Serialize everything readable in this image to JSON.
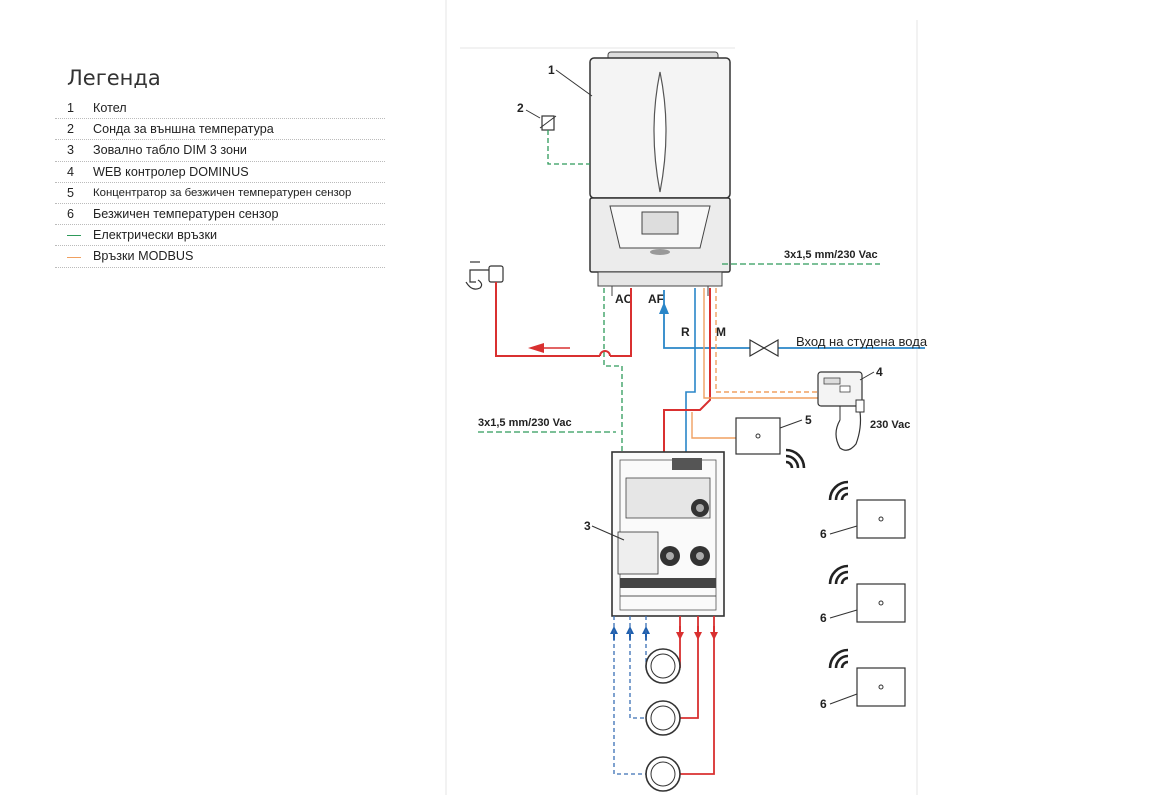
{
  "legend": {
    "title": "Легенда",
    "items": [
      {
        "num": "1",
        "label": "Котел"
      },
      {
        "num": "2",
        "label": "Сонда за външна температура"
      },
      {
        "num": "3",
        "label": "Зовално табло DIM 3 зони"
      },
      {
        "num": "4",
        "label": "WEB контролер DOMINUS"
      },
      {
        "num": "5",
        "label": "Концентратор за безжичен температурен сензор"
      },
      {
        "num": "6",
        "label": "Безжичен температурен сензор"
      }
    ],
    "lines": [
      {
        "label": "Електрически връзки",
        "color": "#2e9a5a"
      },
      {
        "label": "Връзки MODBUS",
        "color": "#f0a060"
      }
    ]
  },
  "diagram": {
    "callouts": {
      "boiler": "1",
      "probe": "2",
      "dim": "3",
      "dominus": "4",
      "concentrator": "5",
      "sensor_1": "6",
      "sensor_2": "6",
      "sensor_3": "6"
    },
    "port_labels": {
      "ac": "AC",
      "af": "AF",
      "r": "R",
      "m": "M"
    },
    "cable_label_top": "3x1,5 mm/230 Vac",
    "cable_label_mid": "3x1,5 mm/230 Vac",
    "power_label": "230 Vac",
    "water_inlet": "Вход на студена вода"
  },
  "colors": {
    "electric": "#2e9a5a",
    "modbus": "#f0a060",
    "hot": "#d93030",
    "cold": "#2a86c8",
    "return_dashed": "#3a6fb5",
    "outline": "#333333",
    "boiler_body": "#f2f2f2"
  }
}
